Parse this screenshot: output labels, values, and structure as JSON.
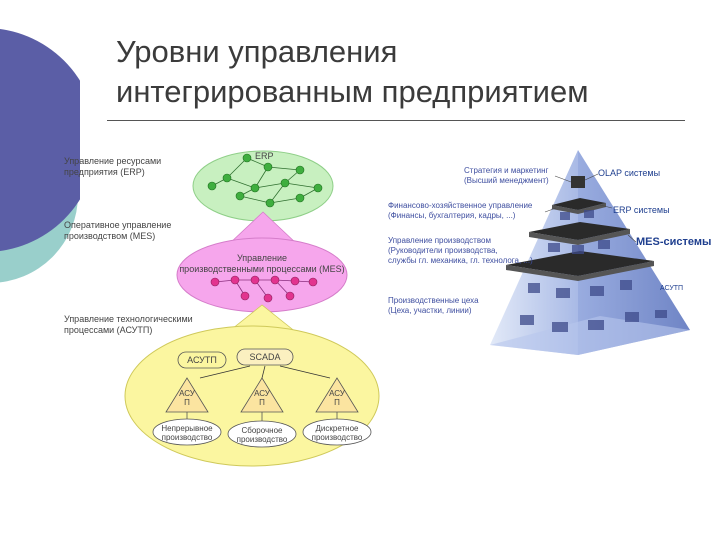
{
  "title": {
    "line1": "Уровни управления",
    "line2": "интегрированным предприятием"
  },
  "left_diagram": {
    "level_erp": {
      "label_line1": "Управление ресурсами",
      "label_line2": "предприятия (ERP)",
      "node": "ERP"
    },
    "level_mes": {
      "label_line1": "Оперативное управление",
      "label_line2": "производством (MES)",
      "node_line1": "Управление",
      "node_line2": "производственными процессами (MES)"
    },
    "level_acs": {
      "label_line1": "Управление технологическими",
      "label_line2": "процессами (АСУТП)",
      "acutp": "АСУТП",
      "scada": "SCADA",
      "acs_nodes": [
        {
          "line1": "АСУ",
          "line2": "П",
          "proc_line1": "Непрерывное",
          "proc_line2": "производство"
        },
        {
          "line1": "АСУ",
          "line2": "П",
          "proc_line1": "Сборочное",
          "proc_line2": "производство"
        },
        {
          "line1": "АСУ",
          "line2": "П",
          "proc_line1": "Дискретное",
          "proc_line2": "производство"
        }
      ]
    }
  },
  "pyramid": {
    "levels": [
      {
        "label_line1": "Стратегия и маркетинг",
        "label_line2": "(Высший менеджмент)",
        "label_line3": "",
        "system": "OLAP системы"
      },
      {
        "label_line1": "Финансово-хозяйственное управление",
        "label_line2": "(Финансы, бухгалтерия, кадры, ...)",
        "label_line3": "",
        "system": "ERP системы"
      },
      {
        "label_line1": "Управление производством",
        "label_line2": "(Руководители производства,",
        "label_line3": "службы гл. механика, гл. технолога, ...)",
        "system": "MES-системы"
      },
      {
        "label_line1": "Производственные цеха",
        "label_line2": "(Цеха, участки, линии)",
        "label_line3": "",
        "system": "АСУТП"
      }
    ]
  },
  "colors": {
    "erp_fill": "#c8f0c0",
    "mes_fill": "#f6a6ec",
    "acs_fill": "#fbf6a0",
    "pyramid_blue": "#6f86c8",
    "deco_purple": "#5b5ea6",
    "deco_teal": "#99cfcb"
  }
}
